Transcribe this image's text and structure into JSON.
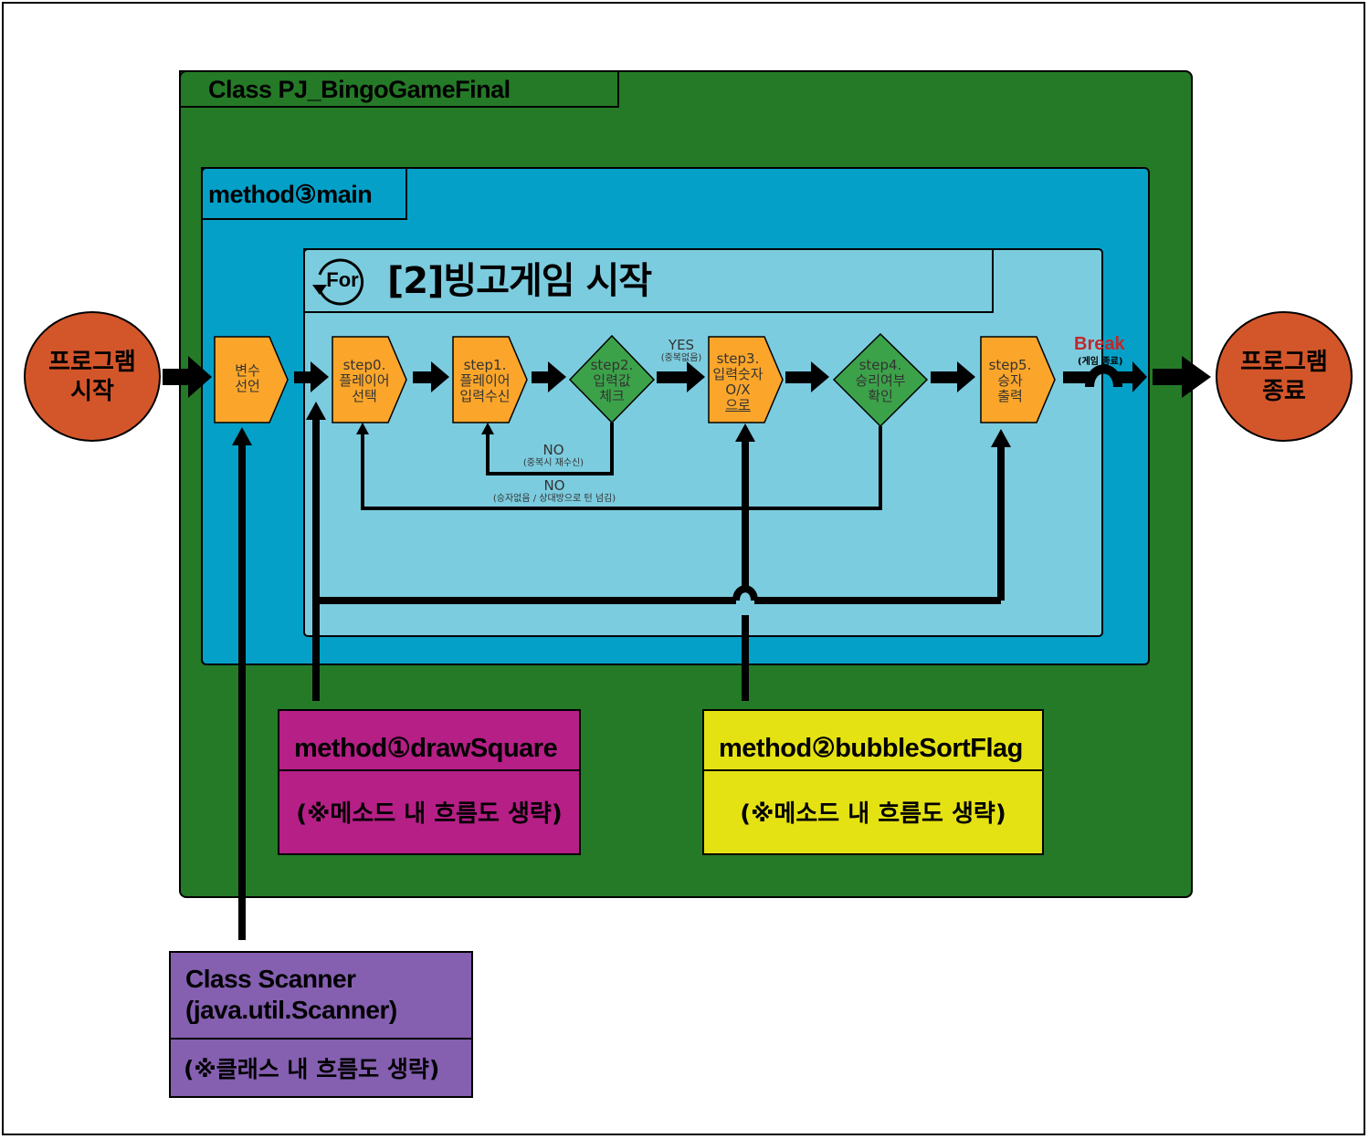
{
  "class_main": {
    "title": "Class PJ_BingoGameFinal"
  },
  "method_main": {
    "title": "method③main"
  },
  "loop": {
    "keyword": "For",
    "title": "[2]빙고게임 시작"
  },
  "start": {
    "line1": "프로그램",
    "line2": "시작"
  },
  "end": {
    "line1": "프로그램",
    "line2": "종료"
  },
  "nodes": {
    "vars": {
      "line1": "변수",
      "line2": "선언"
    },
    "step0": {
      "line1": "step0.",
      "line2": "플레이어",
      "line3": "선택"
    },
    "step1": {
      "line1": "step1.",
      "line2": "플레이어",
      "line3": "입력수신"
    },
    "step2": {
      "line1": "step2.",
      "line2": "입력값",
      "line3": "체크"
    },
    "step3": {
      "line1": "step3.",
      "line2": "입력숫자",
      "line3": "O/X",
      "line4": "으로"
    },
    "step4": {
      "line1": "step4.",
      "line2": "승리여부",
      "line3": "확인"
    },
    "step5": {
      "line1": "step5.",
      "line2": "승자",
      "line3": "출력"
    }
  },
  "edges": {
    "yes": {
      "label": "YES",
      "sub": "(중복없음)"
    },
    "no1": {
      "label": "NO",
      "sub": "(중복시 재수신)"
    },
    "no2": {
      "label": "NO",
      "sub": "(승자없음 / 상대방으로 턴 넘김)"
    },
    "break": {
      "label": "Break",
      "sub": "(게임 종료)"
    }
  },
  "method1": {
    "title": "method①drawSquare",
    "note": "(※메소드 내 흐름도 생략)"
  },
  "method2": {
    "title": "method②bubbleSortFlag",
    "note": "(※메소드 내 흐름도 생략)"
  },
  "scanner": {
    "title1": "Class Scanner",
    "title2": "(java.util.Scanner)",
    "note": "(※클래스 내 흐름도 생략)"
  },
  "colors": {
    "class_bg": "#257a27",
    "method_bg": "#05a0c8",
    "loop_bg": "#7cccdf",
    "process": "#fba62a",
    "decision": "#3ca24a",
    "terminal": "#d3562a",
    "method1_bg": "#b51f86",
    "method2_bg": "#e5e214",
    "scanner_bg": "#855fb0",
    "break": "#c1272d"
  }
}
